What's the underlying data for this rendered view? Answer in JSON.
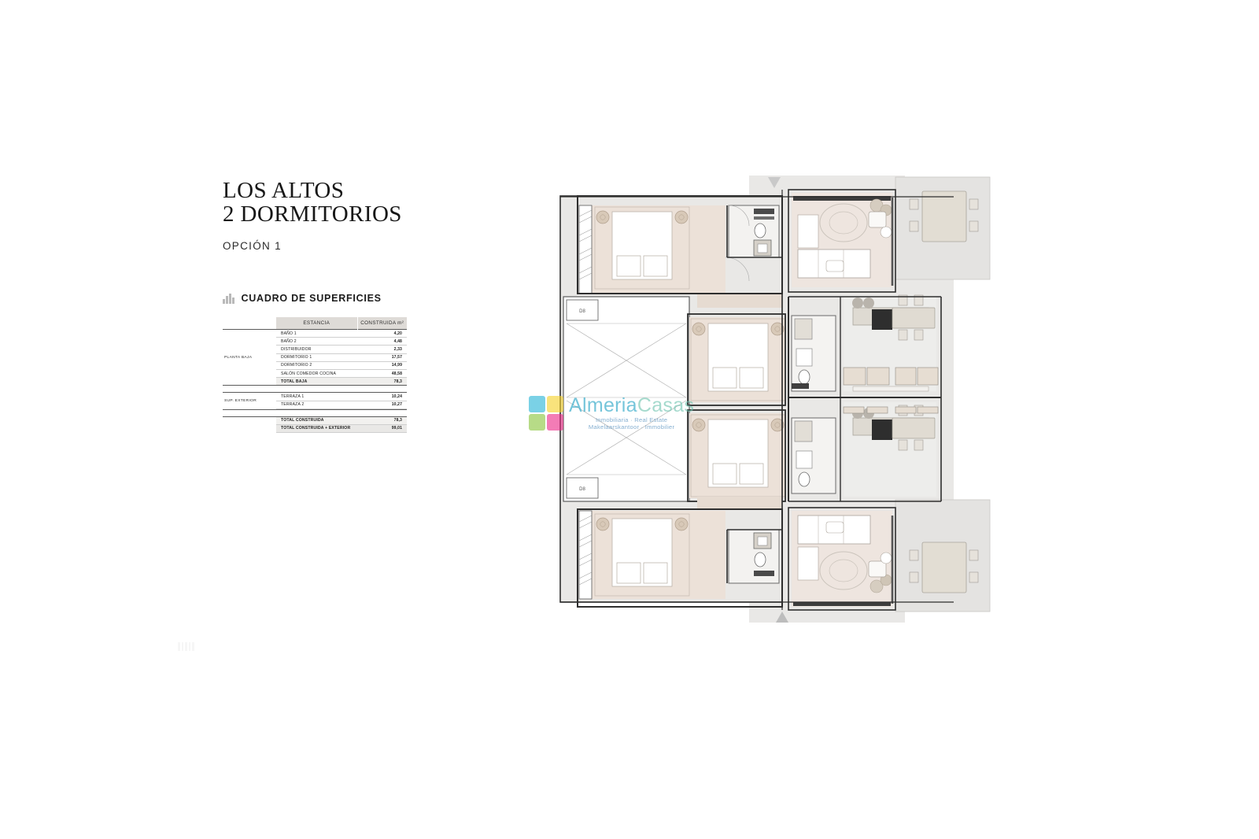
{
  "document": {
    "title_line1": "LOS ALTOS",
    "title_line2": "2 DORMITORIOS",
    "subtitle": "OPCIÓN 1"
  },
  "section": {
    "icon": "bar-chart-icon",
    "title": "CUADRO DE SUPERFICIES"
  },
  "table": {
    "headers": {
      "group": "",
      "room": "ESTANCIA",
      "built": "CONSTRUIDA m²"
    },
    "groups": [
      {
        "label": "PLANTA BAJA",
        "rows": [
          {
            "room": "BAÑO 1",
            "value": "4,20"
          },
          {
            "room": "BAÑO 2",
            "value": "4,48"
          },
          {
            "room": "DISTRIBUIDOR",
            "value": "2,33"
          },
          {
            "room": "DORMITORIO 1",
            "value": "17,57"
          },
          {
            "room": "DORMITORIO 2",
            "value": "14,99"
          },
          {
            "room": "SALÓN COMEDOR COCINA",
            "value": "48,58"
          }
        ],
        "total_label": "TOTAL BAJA",
        "total_value": "78,3"
      },
      {
        "label": "SUP. EXTERIOR",
        "rows": [
          {
            "room": "TERRAZA 1",
            "value": "10,24"
          },
          {
            "room": "TERRAZA 2",
            "value": "10,27"
          }
        ],
        "total_label": "",
        "total_value": ""
      }
    ],
    "summary": [
      {
        "label": "TOTAL CONSTRUIDA",
        "value": "78,3"
      },
      {
        "label": "TOTAL CONSTRUIDA + EXTERIOR",
        "value": "99,01"
      }
    ]
  },
  "watermark": {
    "name_part1": "Almeria",
    "name_part2": "Casas",
    "tagline1": "Inmobiliaria · Real Estate",
    "tagline2": "Makelaarskantoor · Immobilier",
    "logo_colors": [
      "#29b5d8",
      "#f6d32d",
      "#8cc63f",
      "#ec2d8a"
    ],
    "name_color1": "#22a3c4",
    "name_color2": "#6fc4b0",
    "tagline_color": "#3b7fb5"
  },
  "floorplan": {
    "markers": {
      "section_top": "▼",
      "section_bottom": "▲"
    },
    "annotations": {
      "void_top": "D8",
      "void_bottom": "D8"
    },
    "colors": {
      "wall": "#2e2e2e",
      "slab": "#e8e7e5",
      "bedroom_floor": "#ece1d8",
      "living_floor": "#eee5df",
      "terrace": "#e3e2e0",
      "furniture_line": "#a9a49f",
      "furniture_fill": "#ddd6cd",
      "white": "#ffffff"
    }
  }
}
